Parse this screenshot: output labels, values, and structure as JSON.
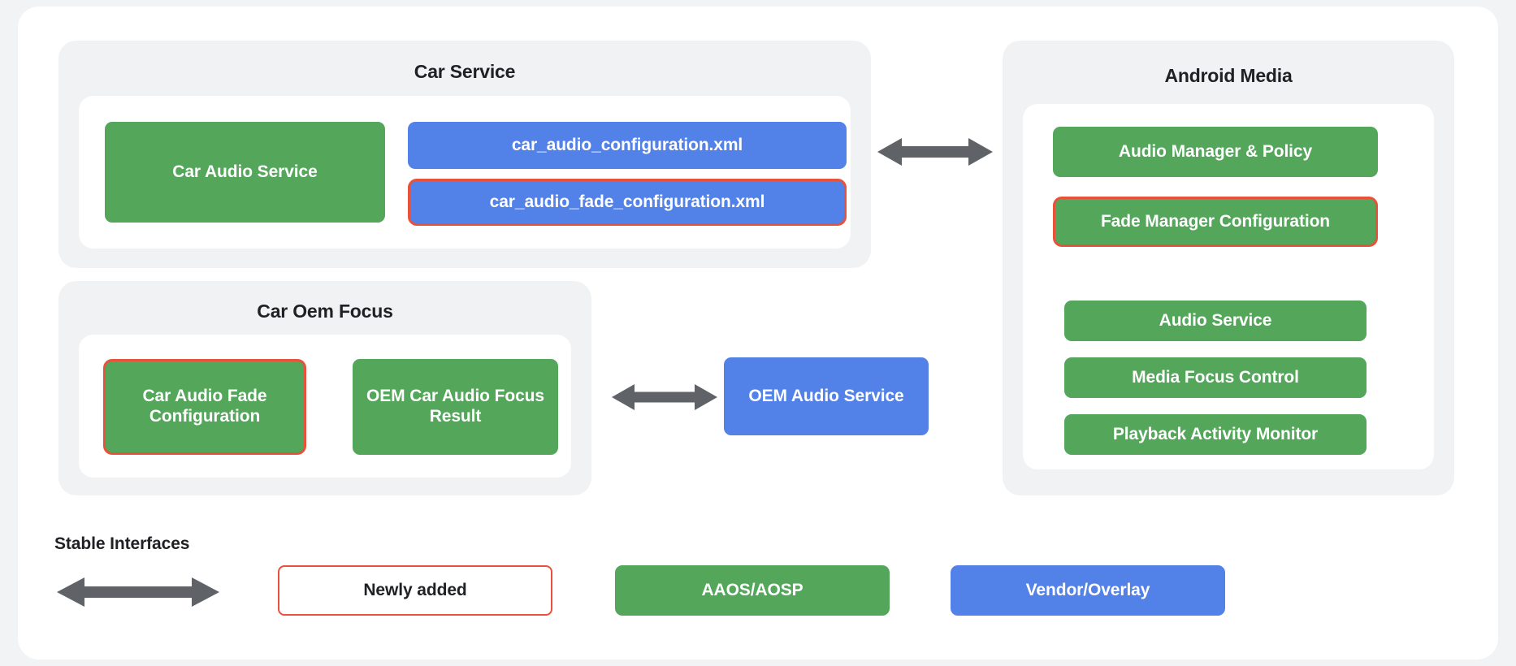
{
  "diagram": {
    "title_car_service": "Car Service",
    "title_car_oem_focus": "Car Oem Focus",
    "title_android_media": "Android Media",
    "car_service_nodes": [
      {
        "label": "Car Audio Service",
        "style": "green"
      },
      {
        "label": "car_audio_configuration.xml",
        "style": "blue"
      },
      {
        "label": "car_audio_fade_configuration.xml",
        "style": "blue-highlight"
      }
    ],
    "car_oem_focus_nodes": [
      {
        "label": "Car Audio Fade Configuration",
        "style": "green-highlight"
      },
      {
        "label": "OEM Car Audio Focus Result",
        "style": "green"
      }
    ],
    "middle_nodes": [
      {
        "label": "OEM Audio Service",
        "style": "blue"
      }
    ],
    "android_media_nodes": [
      {
        "label": "Audio Manager & Policy",
        "style": "green"
      },
      {
        "label": "Fade Manager Configuration",
        "style": "green-highlight"
      },
      {
        "label": "Audio Service",
        "style": "green"
      },
      {
        "label": "Media Focus Control",
        "style": "green"
      },
      {
        "label": "Playback Activity Monitor",
        "style": "green"
      }
    ]
  },
  "legend": {
    "stable_interfaces_label": "Stable Interfaces",
    "items": [
      {
        "label": "Newly added",
        "style": "plain"
      },
      {
        "label": "AAOS/AOSP",
        "style": "green"
      },
      {
        "label": "Vendor/Overlay",
        "style": "blue"
      }
    ]
  },
  "colors": {
    "green": "#53a65a",
    "blue": "#5281e8",
    "highlight_red": "#e8513a",
    "arrow_gray": "#5f6368",
    "panel_gray": "#f1f2f3",
    "page_bg": "#f1f3f4",
    "text_dark": "#202124"
  },
  "icons": {
    "double_arrow": "double-headed-arrow"
  }
}
